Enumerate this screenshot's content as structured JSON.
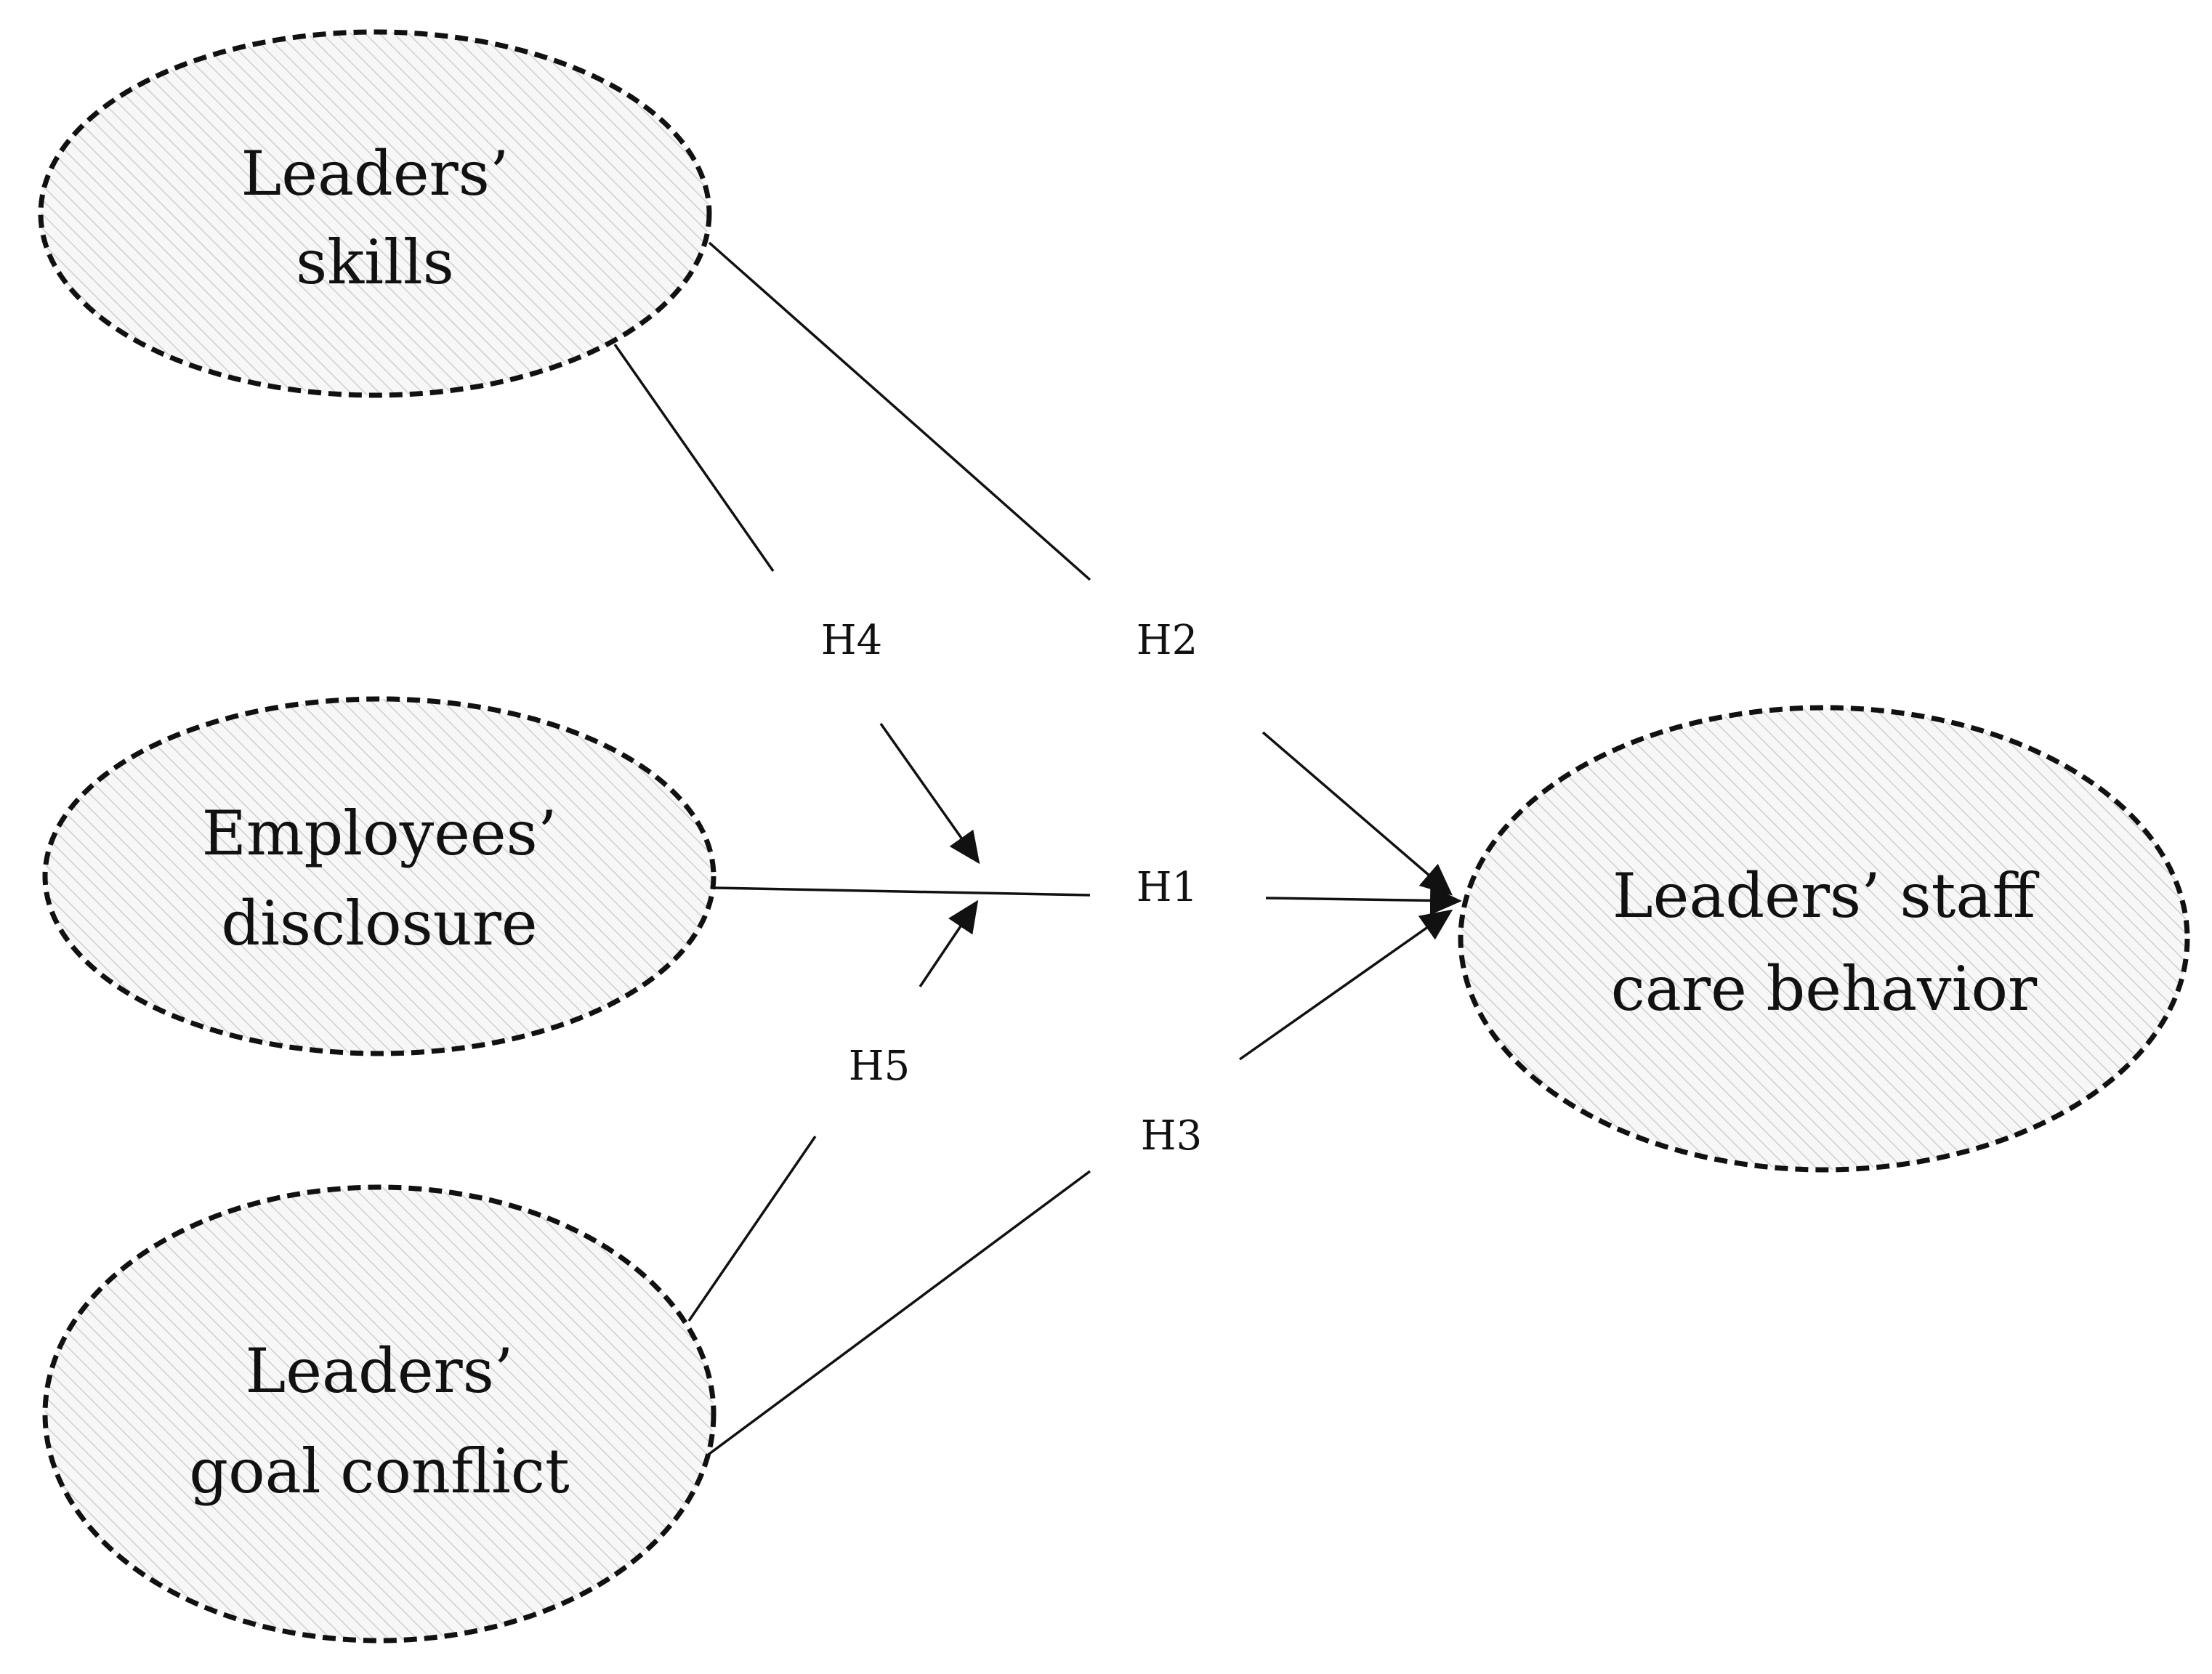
{
  "constructs": {
    "leaders_skills": {
      "line1": "Leaders’",
      "line2": "skills"
    },
    "employees_disclosure": {
      "line1": "Employees’",
      "line2": "disclosure"
    },
    "leaders_goal_conflict": {
      "line1": "Leaders’",
      "line2": "goal conflict"
    },
    "leaders_staff_care": {
      "line1": "Leaders’ staff",
      "line2": "care behavior"
    }
  },
  "hypotheses": {
    "h1": "H1",
    "h2": "H2",
    "h3": "H3",
    "h4": "H4",
    "h5": "H5"
  },
  "colors": {
    "stroke": "#111111",
    "hatch": "#cfcfcf",
    "ellipse_fill": "#f7f7f7"
  }
}
